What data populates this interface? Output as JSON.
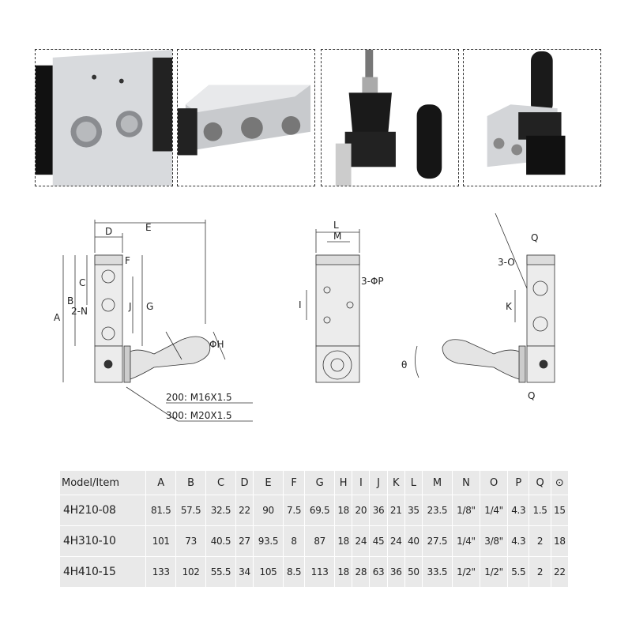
{
  "drawing": {
    "labels": {
      "A": "A",
      "B": "B",
      "C": "C",
      "D": "D",
      "E": "E",
      "F": "F",
      "G": "G",
      "J": "J",
      "N": "2-N",
      "H": "ΦH",
      "L": "L",
      "M": "M",
      "I": "I",
      "P": "3-ΦP",
      "Q": "Q",
      "O": "3-O",
      "K": "K",
      "theta": "θ"
    },
    "thread_200": "200: M16X1.5",
    "thread_300": "300: M20X1.5"
  },
  "table": {
    "headers": [
      "Model/Item",
      "A",
      "B",
      "C",
      "D",
      "E",
      "F",
      "G",
      "H",
      "I",
      "J",
      "K",
      "L",
      "M",
      "N",
      "O",
      "P",
      "Q",
      "⊙"
    ],
    "rows": [
      [
        "4H210-08",
        "81.5",
        "57.5",
        "32.5",
        "22",
        "90",
        "7.5",
        "69.5",
        "18",
        "20",
        "36",
        "21",
        "35",
        "23.5",
        "1/8\"",
        "1/4\"",
        "4.3",
        "1.5",
        "15"
      ],
      [
        "4H310-10",
        "101",
        "73",
        "40.5",
        "27",
        "93.5",
        "8",
        "87",
        "18",
        "24",
        "45",
        "24",
        "40",
        "27.5",
        "1/4\"",
        "3/8\"",
        "4.3",
        "2",
        "18"
      ],
      [
        "4H410-15",
        "133",
        "102",
        "55.5",
        "34",
        "105",
        "8.5",
        "113",
        "18",
        "28",
        "63",
        "36",
        "50",
        "33.5",
        "1/2\"",
        "1/2\"",
        "5.5",
        "2",
        "22"
      ]
    ]
  }
}
